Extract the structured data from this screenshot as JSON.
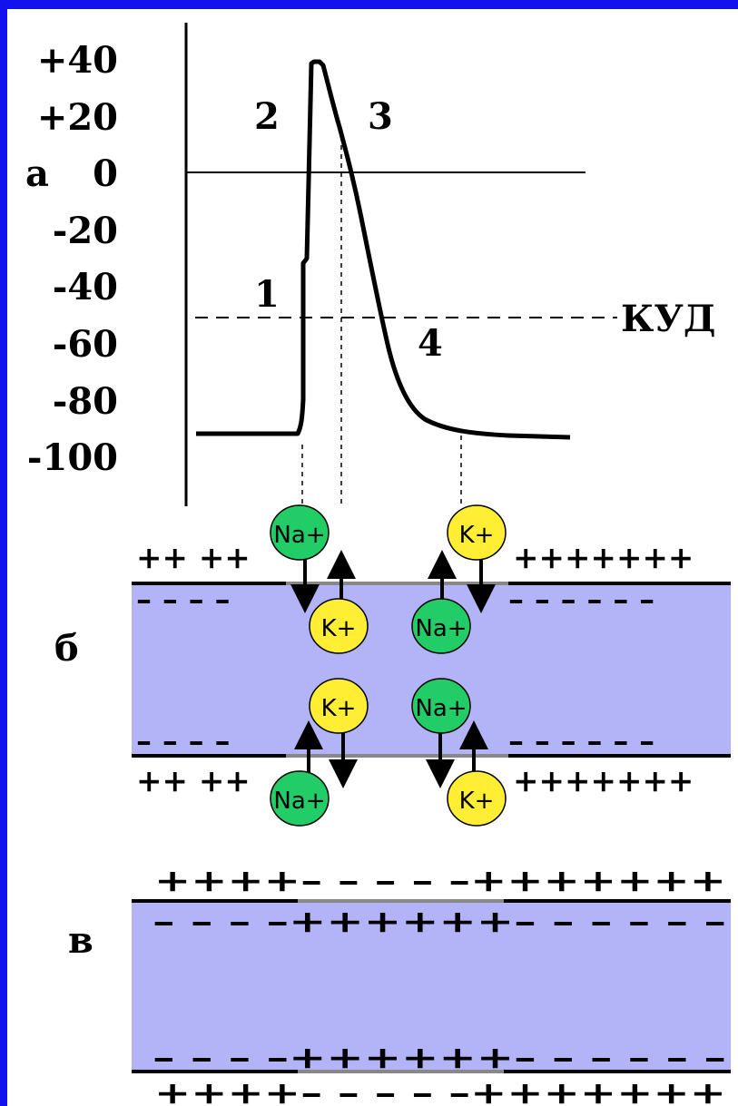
{
  "panel_labels": {
    "a": "а",
    "b": "б",
    "v": "в"
  },
  "y_axis_ticks": [
    "+40",
    "+20",
    "0",
    "-20",
    "-40",
    "-60",
    "-80",
    "-100"
  ],
  "phase_labels": [
    "1",
    "2",
    "3",
    "4"
  ],
  "threshold_label": "КУД",
  "ions": {
    "sodium": "Na+",
    "potassium": "K+"
  },
  "ion_colors": {
    "sodium": "#22cc66",
    "potassium": "#ffee33"
  },
  "membrane_color": "#b3b3f7",
  "charges": {
    "b_top_outer_left": "++ ++",
    "b_top_outer_right": "+++++++",
    "b_top_inner_left": "– – – –",
    "b_top_inner_right": "– – – – – –",
    "b_bottom_inner_left": "– – – –",
    "b_bottom_inner_right": "– – – – – –",
    "b_bottom_outer_left": "++ ++",
    "b_bottom_outer_right": "+++++++",
    "v_top_outer": "++++– – – – –+++++++",
    "v_top_inner": "– – – –++++++– – – – – –",
    "v_bottom_inner": "– – – –++++++– – – – – –",
    "v_bottom_outer": "++++– – – – –+++++++"
  }
}
